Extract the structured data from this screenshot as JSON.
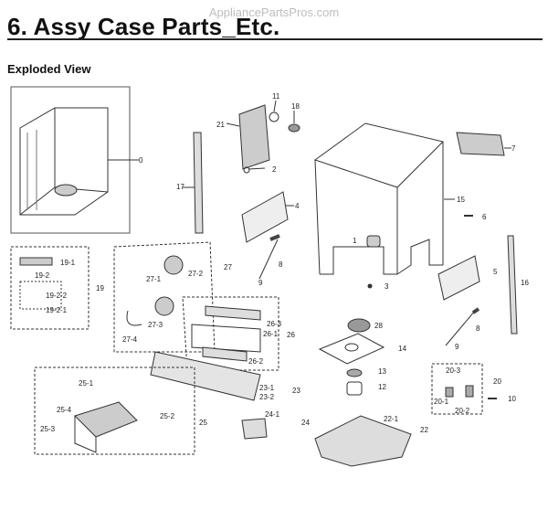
{
  "watermark": "AppliancePartsPros.com",
  "title": "6.  Assy Case Parts_Etc.",
  "subtitle": "Exploded View",
  "callouts": [
    "0",
    "2",
    "4",
    "5",
    "6",
    "7",
    "8",
    "8",
    "9",
    "9",
    "10",
    "11",
    "12",
    "13",
    "14",
    "15",
    "16",
    "17",
    "18",
    "19",
    "19-1",
    "19-2",
    "19-2-2",
    "19-2-1",
    "20",
    "20-1",
    "20-2",
    "20-3",
    "21",
    "22",
    "22-1",
    "23",
    "23-1",
    "23-2",
    "24",
    "24-1",
    "25",
    "25-1",
    "25-2",
    "25-3",
    "25-4",
    "26",
    "26-1",
    "26-2",
    "26-3",
    "27",
    "27-1",
    "27-2",
    "27-3",
    "27-4",
    "28",
    "1",
    "3"
  ]
}
